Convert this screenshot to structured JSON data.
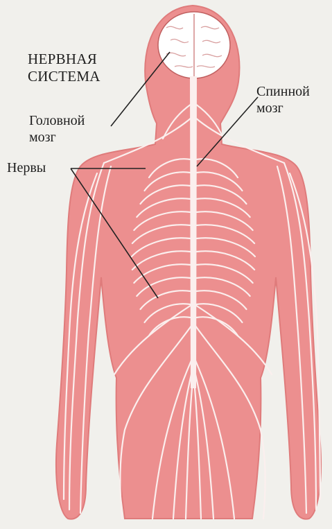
{
  "diagram": {
    "title_line1": "НЕРВНАЯ",
    "title_line2": "СИСТЕМА",
    "labels": {
      "brain_line1": "Головной",
      "brain_line2": "мозг",
      "spinal_cord_line1": "Спинной",
      "spinal_cord_line2": "мозг",
      "nerves": "Нервы"
    },
    "colors": {
      "background": "#f1f0ec",
      "body": "#ec8f8f",
      "body_outline": "#df7b7b",
      "nerves": "#fbefee",
      "brain": "#ffffff",
      "leader_lines": "#222222"
    }
  }
}
